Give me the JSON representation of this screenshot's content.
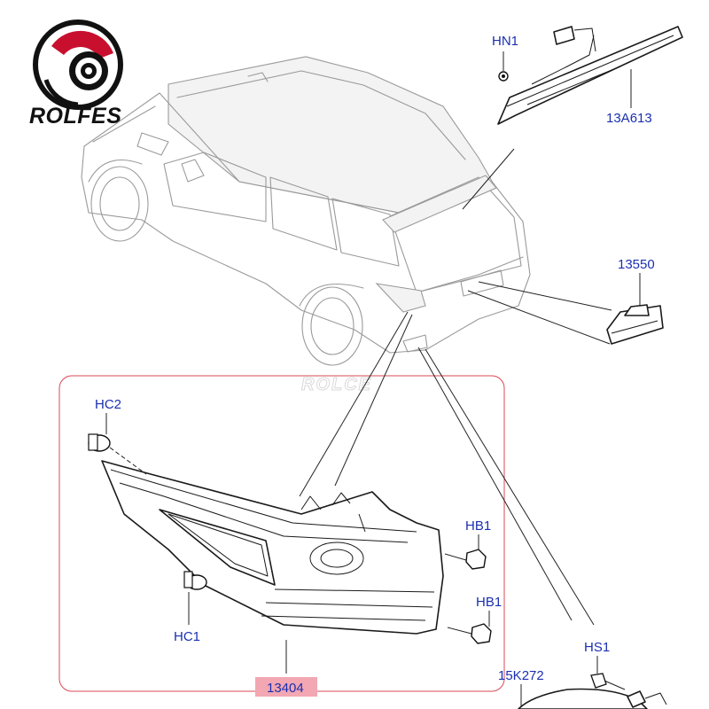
{
  "brand": {
    "name": "ROLFES"
  },
  "watermark": {
    "text": "ROLCE"
  },
  "callouts": {
    "hn1": "HN1",
    "p13a613": "13A613",
    "p13550": "13550",
    "hc2": "HC2",
    "hb1_top": "HB1",
    "hb1_bottom": "HB1",
    "hc1": "HC1",
    "p13404": "13404",
    "hs1": "HS1",
    "p15k272": "15K272"
  },
  "colors": {
    "callout_text": "#1a2fb0",
    "highlight_box": "#f2a7b3",
    "detail_frame": "#d94a55"
  }
}
